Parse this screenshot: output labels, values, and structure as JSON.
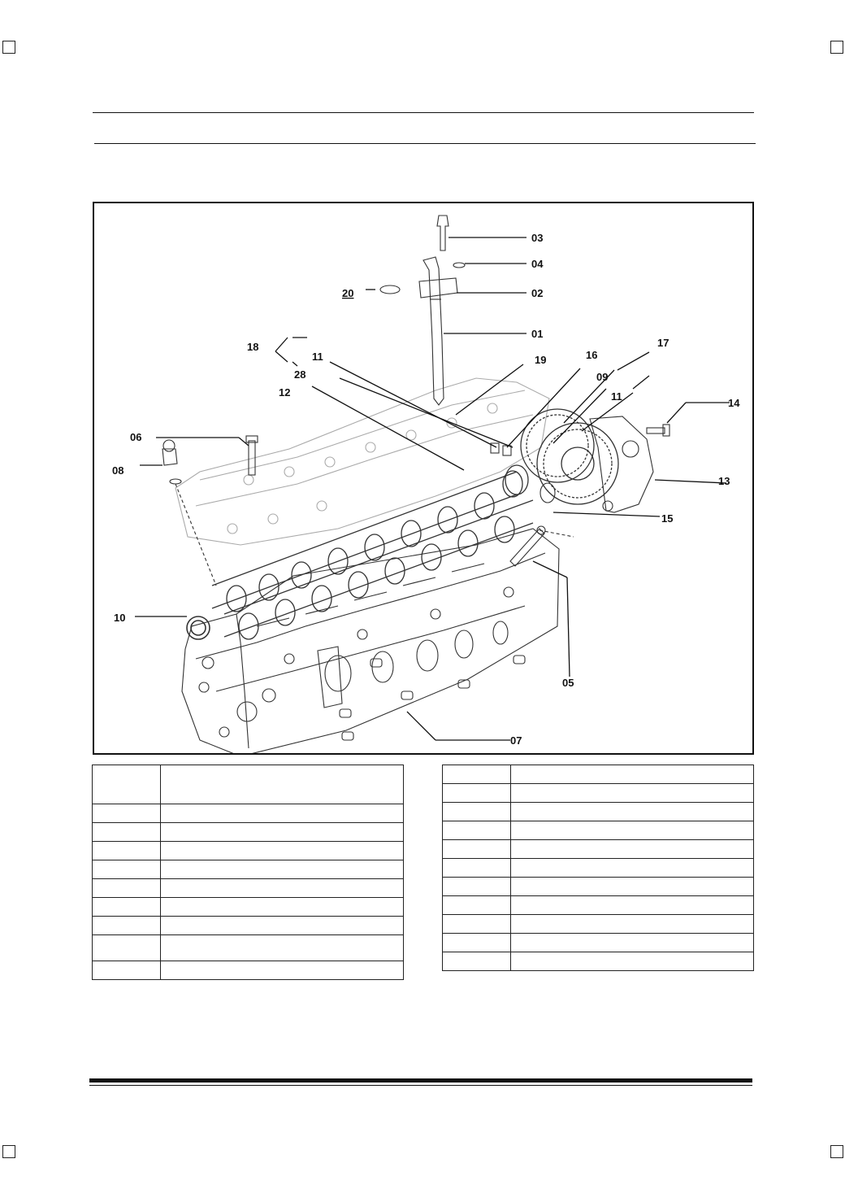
{
  "figure": {
    "callouts": [
      {
        "id": "c03",
        "label": "03"
      },
      {
        "id": "c04",
        "label": "04"
      },
      {
        "id": "c20",
        "label": "20"
      },
      {
        "id": "c02",
        "label": "02"
      },
      {
        "id": "c01",
        "label": "01"
      },
      {
        "id": "c18",
        "label": "18"
      },
      {
        "id": "c11a",
        "label": "11"
      },
      {
        "id": "c28",
        "label": "28"
      },
      {
        "id": "c12",
        "label": "12"
      },
      {
        "id": "c19",
        "label": "19"
      },
      {
        "id": "c16",
        "label": "16"
      },
      {
        "id": "c17",
        "label": "17"
      },
      {
        "id": "c09",
        "label": "09"
      },
      {
        "id": "c11b",
        "label": "11"
      },
      {
        "id": "c14",
        "label": "14"
      },
      {
        "id": "c06",
        "label": "06"
      },
      {
        "id": "c08",
        "label": "08"
      },
      {
        "id": "c13",
        "label": "13"
      },
      {
        "id": "c15",
        "label": "15"
      },
      {
        "id": "c10",
        "label": "10"
      },
      {
        "id": "c05",
        "label": "05"
      },
      {
        "id": "c07",
        "label": "07"
      }
    ]
  },
  "tables": {
    "left_rows": [
      {
        "no": "",
        "desc": ""
      },
      {
        "no": "",
        "desc": ""
      },
      {
        "no": "",
        "desc": ""
      },
      {
        "no": "",
        "desc": ""
      },
      {
        "no": "",
        "desc": ""
      },
      {
        "no": "",
        "desc": ""
      },
      {
        "no": "",
        "desc": ""
      },
      {
        "no": "",
        "desc": ""
      },
      {
        "no": "",
        "desc": ""
      },
      {
        "no": "",
        "desc": ""
      }
    ],
    "right_rows": [
      {
        "no": "",
        "desc": ""
      },
      {
        "no": "",
        "desc": ""
      },
      {
        "no": "",
        "desc": ""
      },
      {
        "no": "",
        "desc": ""
      },
      {
        "no": "",
        "desc": ""
      },
      {
        "no": "",
        "desc": ""
      },
      {
        "no": "",
        "desc": ""
      },
      {
        "no": "",
        "desc": ""
      },
      {
        "no": "",
        "desc": ""
      },
      {
        "no": "",
        "desc": ""
      },
      {
        "no": "",
        "desc": ""
      }
    ]
  }
}
